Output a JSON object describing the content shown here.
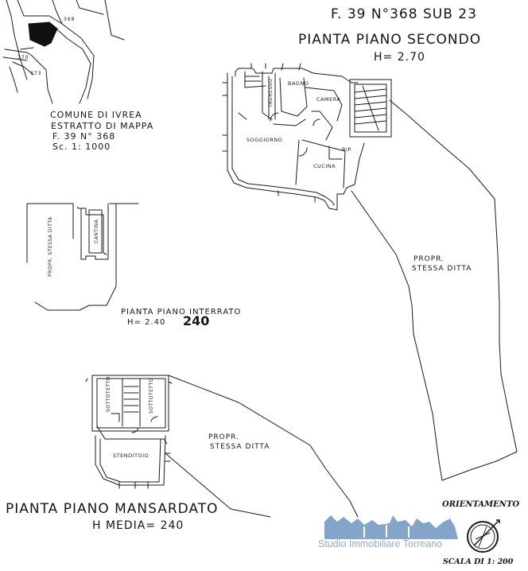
{
  "header": {
    "ref": "F. 39   N°368   SUB 23",
    "plan_title": "PIANTA PIANO SECONDO",
    "plan_height": "H= 2.70"
  },
  "cadastral": {
    "line1": "COMUNE DI IVREA",
    "line2": "ESTRATTO DI MAPPA",
    "line3": "F. 39  N° 368",
    "line4": "Sc. 1: 1000",
    "parcel_main": "368",
    "parcel_a": "370",
    "parcel_b": "373"
  },
  "second_floor": {
    "rooms": {
      "bagno": "BAGNO",
      "camera": "CAMERA",
      "soggiorno": "SOGGIORNO",
      "cucina": "CUCINA",
      "rip": "RIP.",
      "ingresso": "INGRESSO"
    },
    "neighbor": "PROPR.",
    "neighbor2": "STESSA DITTA"
  },
  "basement": {
    "title": "PIANTA PIANO INTERRATO",
    "height_printed": "H= 2.40",
    "height_hand": "240",
    "room": "CANTINA",
    "neighbor": "PROPR. STESSA DITTA"
  },
  "attic": {
    "title": "PIANTA PIANO MANSARDATO",
    "height": "H MEDIA= 240",
    "rooms": {
      "left": "SOTTOTETTO",
      "right": "SOTTOTETTO",
      "stenditoio": "STENDITOIO"
    },
    "neighbor": "PROPR.",
    "neighbor2": "STESSA DITTA"
  },
  "orientation": {
    "label": "ORIENTAMENTO",
    "scale": "SCALA DI 1: 200"
  },
  "watermark": {
    "text": "Studio Immobiliare Torreano",
    "color": "#5b86b5"
  }
}
